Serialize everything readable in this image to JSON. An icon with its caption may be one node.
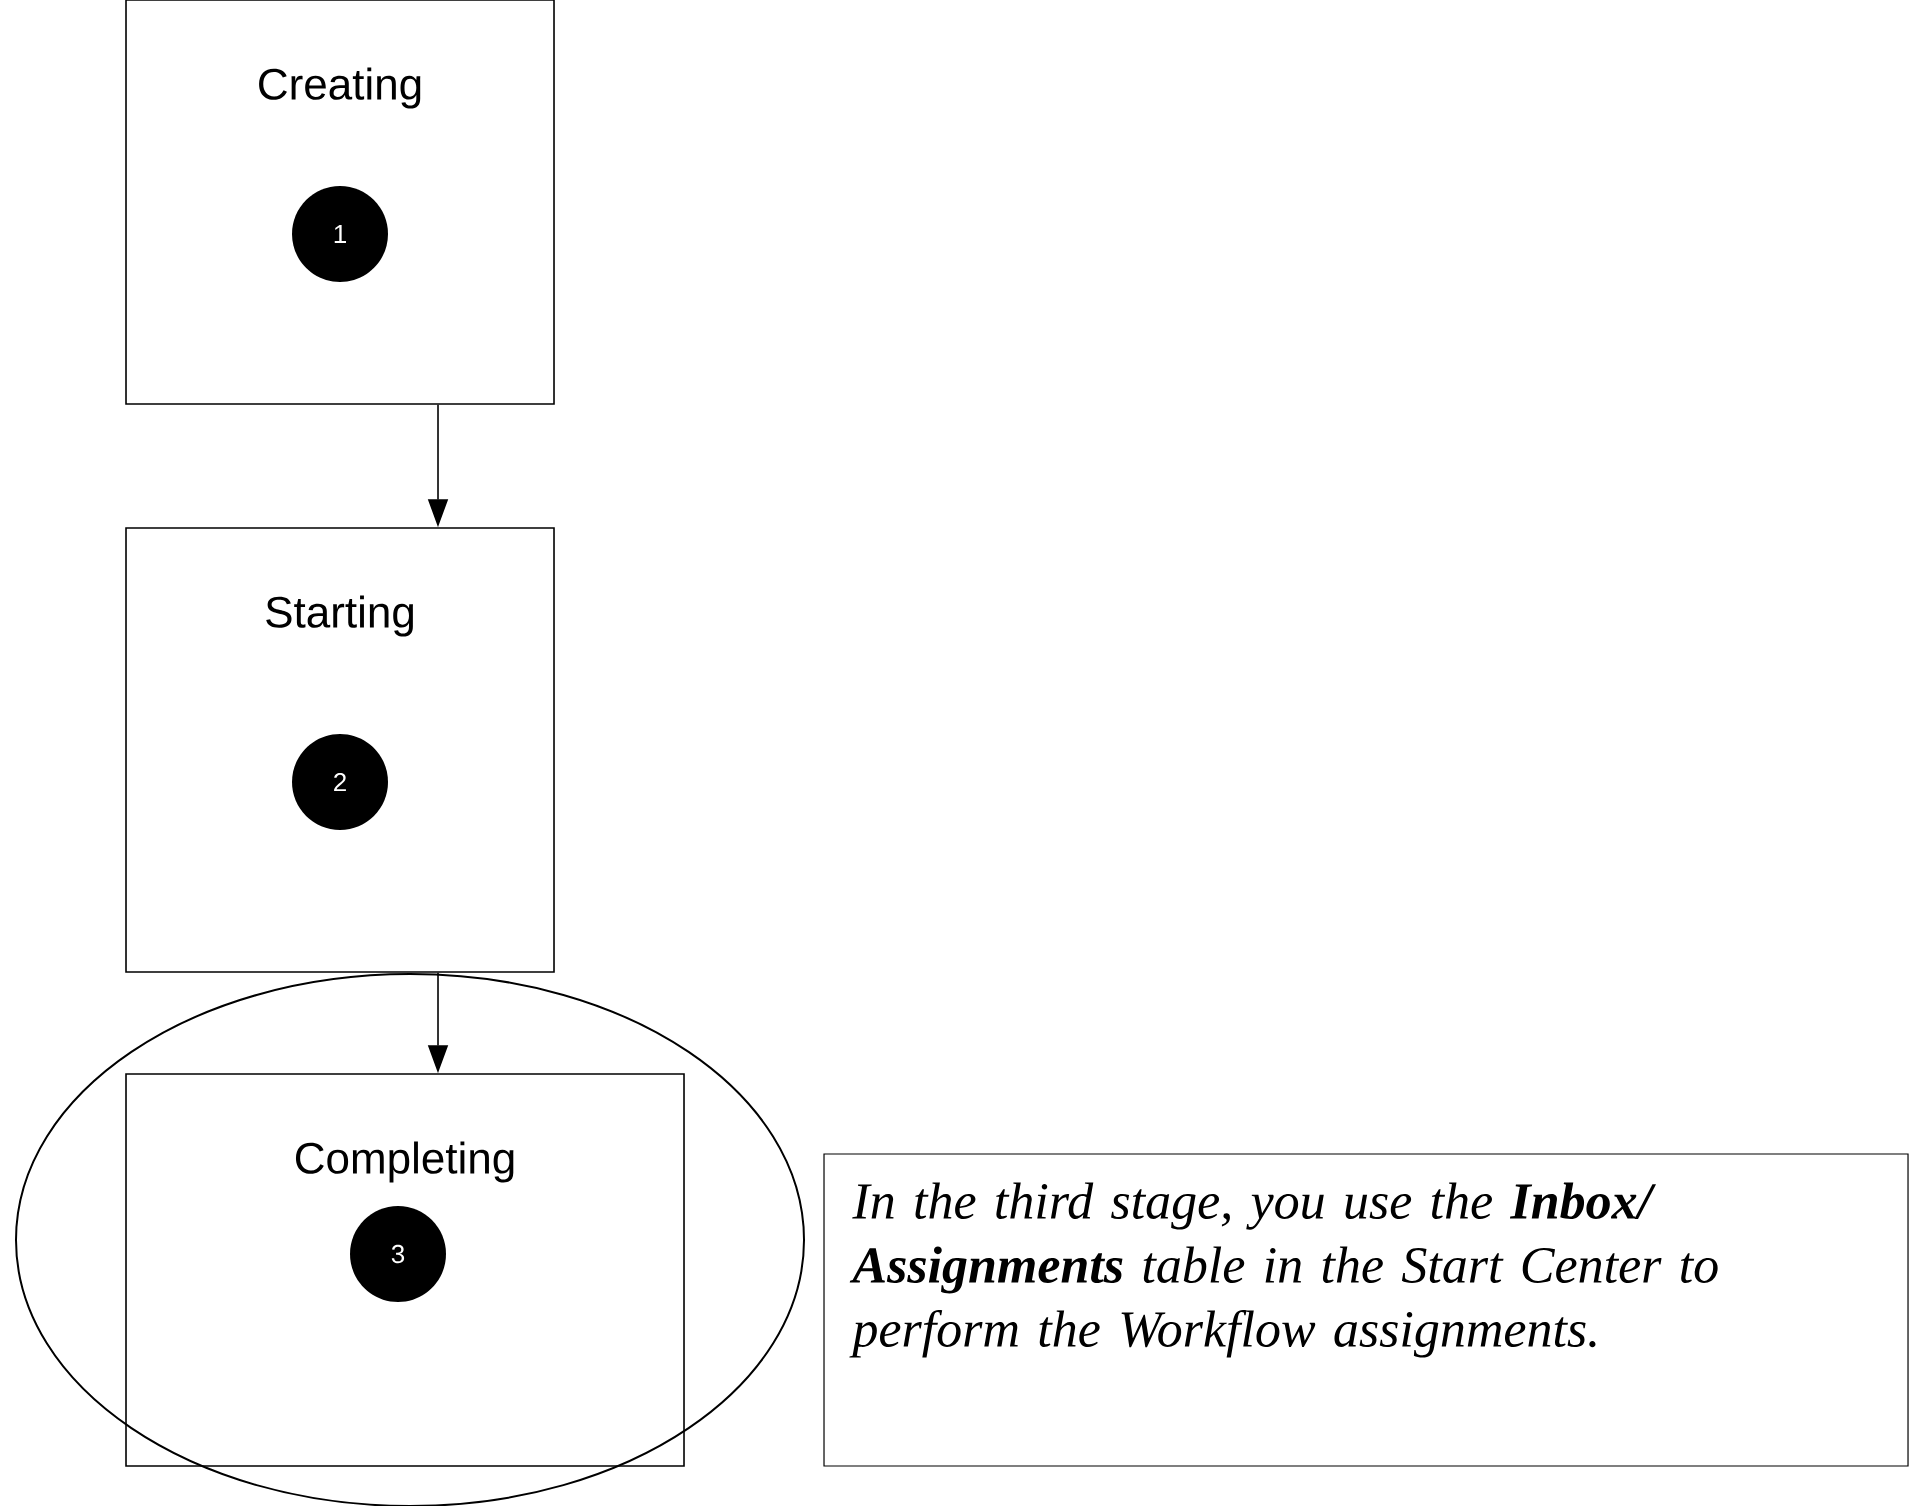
{
  "diagram": {
    "nodes": [
      {
        "text": [
          "Creating"
        ]
      },
      {
        "text": [
          "1"
        ],
        "in": 0
      },
      {
        "text": [
          "Starting"
        ]
      },
      {
        "text": [
          "2"
        ],
        "in": 2
      },
      {
        "text": [],
        "shape": "ellipse"
      },
      {
        "text": [
          "Completing"
        ],
        "in": 4
      },
      {
        "text": [
          "3"
        ],
        "in": 5
      },
      {
        "text": [
          "In the third stage, you use the **Inbox/ Assignments** table in the Start Center to perform the Workflow assignments."
        ]
      }
    ],
    "edges": [
      {
        "from": 0,
        "to": 2,
        "arrow": "to"
      },
      {
        "from": 2,
        "to": 5,
        "arrow": "to"
      }
    ]
  }
}
